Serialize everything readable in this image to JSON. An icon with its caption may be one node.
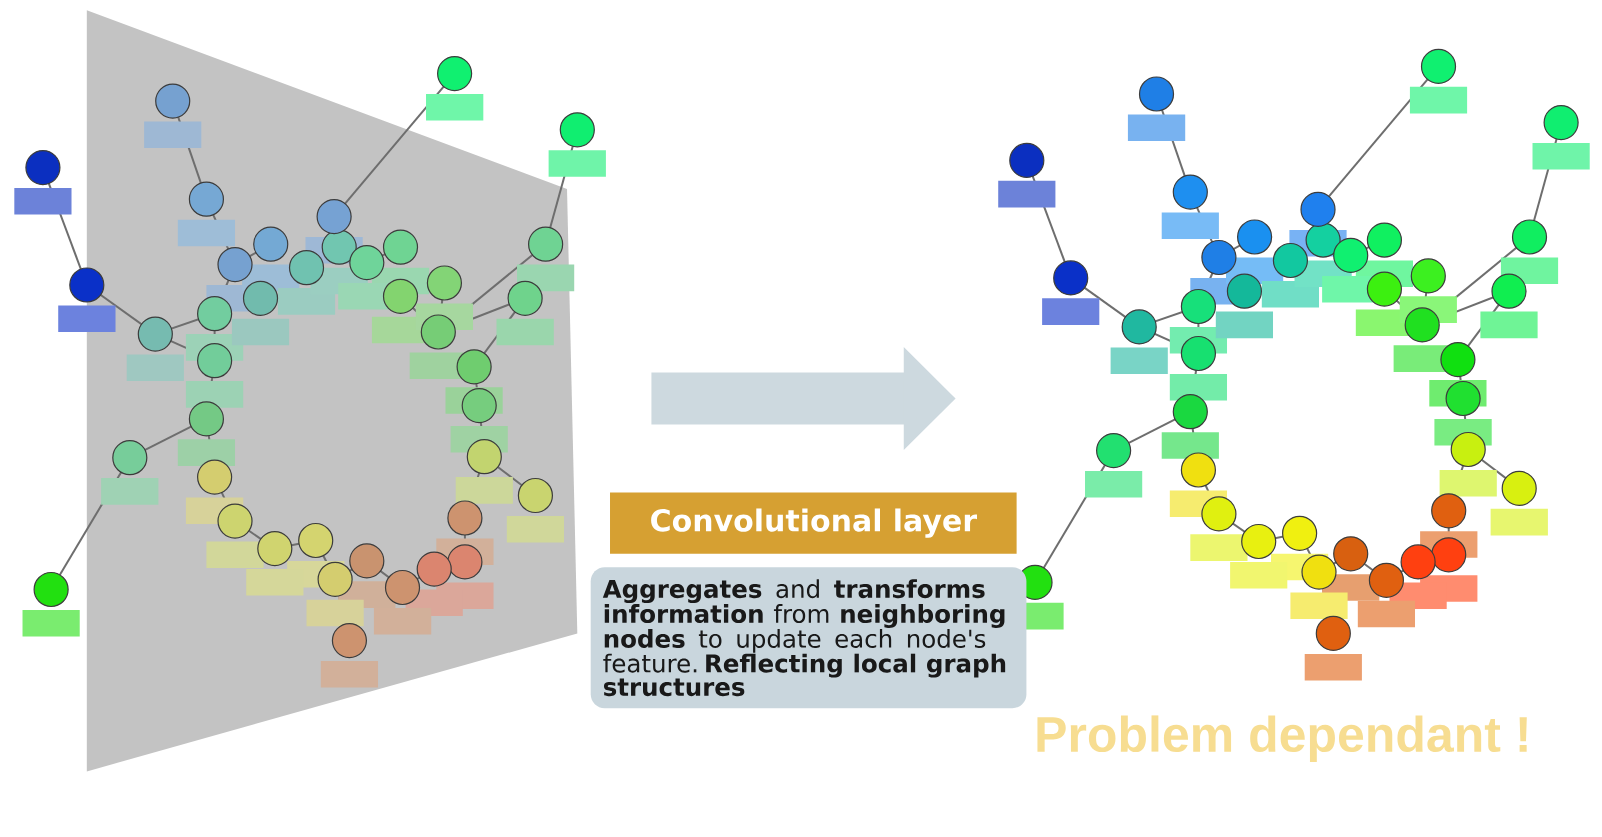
{
  "diagram": {
    "nodes": [
      {
        "text": [],
        "shape": "picture"
      },
      {
        "text": [],
        "shape": "picture"
      },
      {
        "text": [
          "Convolutional layer"
        ]
      },
      {
        "text": [
          "**Aggregates** and **transforms information** from **neighboring nodes** to update each node's feature. **Reflecting local graph structures**"
        ]
      }
    ],
    "edges": [
      {
        "from": 0,
        "to": 1,
        "arrow": "to"
      }
    ],
    "labels": [
      "Problem dependant !"
    ]
  }
}
